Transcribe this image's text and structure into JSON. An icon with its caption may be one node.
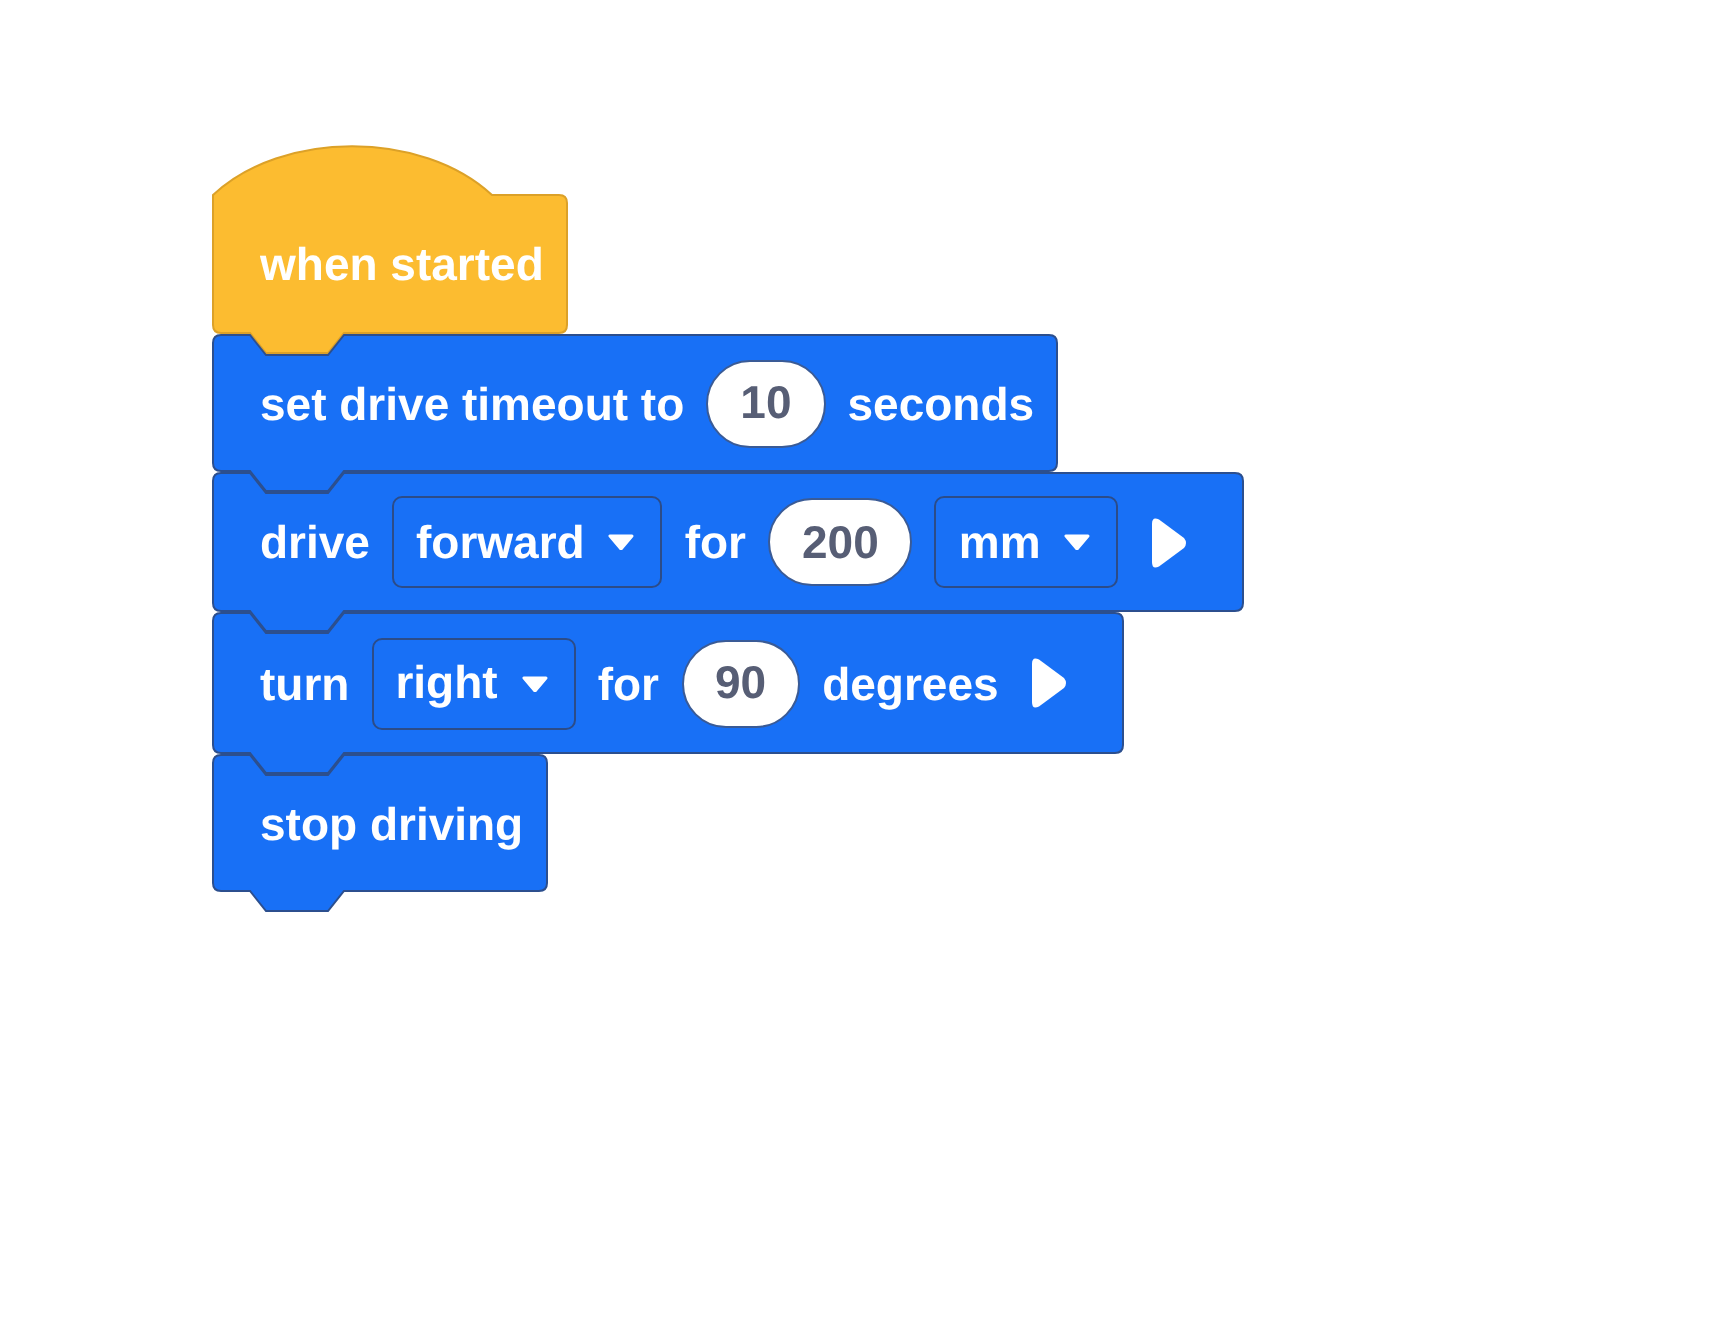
{
  "diagram": {
    "nodes": [
      {
        "text": [
          "when started"
        ]
      },
      {
        "text": [
          "set drive timeout to",
          "seconds"
        ]
      },
      {
        "text": [
          "10"
        ],
        "in": 1
      },
      {
        "text": [
          "drive",
          "for"
        ]
      },
      {
        "text": [
          "forward"
        ],
        "in": 3
      },
      {
        "text": [
          "200"
        ],
        "in": 3
      },
      {
        "text": [
          "mm"
        ],
        "in": 3
      },
      {
        "text": [
          "turn",
          "for",
          "degrees"
        ]
      },
      {
        "text": [
          "right"
        ],
        "in": 7
      },
      {
        "text": [
          "90"
        ],
        "in": 7
      },
      {
        "text": [
          "stop driving"
        ]
      }
    ]
  }
}
